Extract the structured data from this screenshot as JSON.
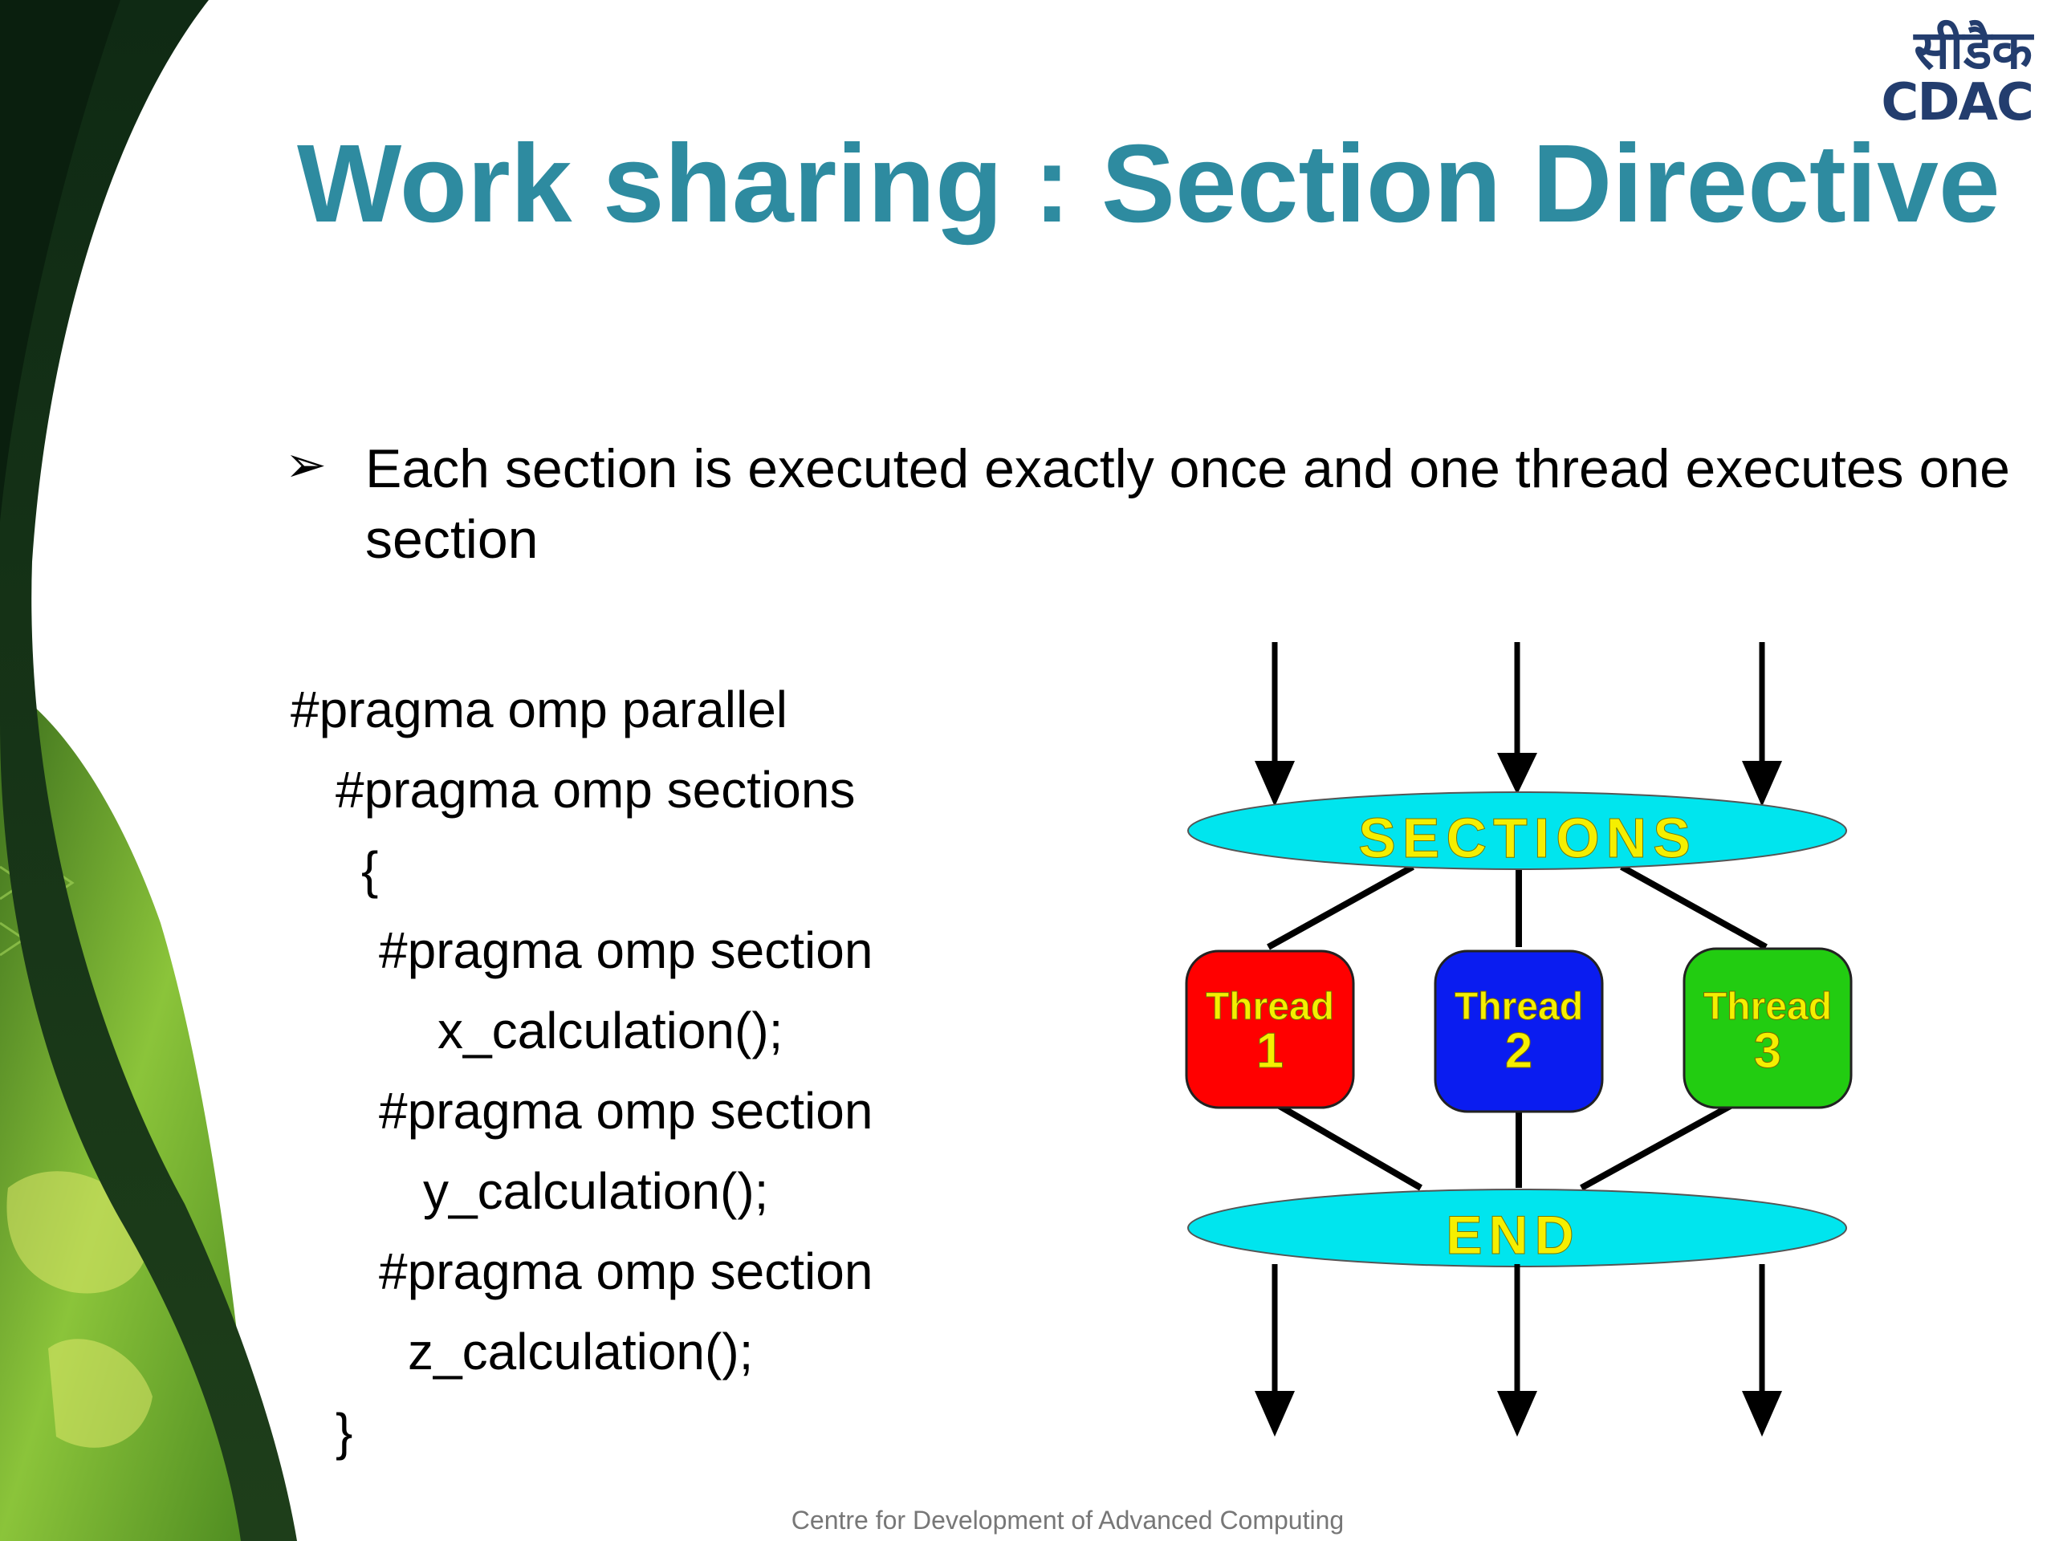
{
  "slide": {
    "title": "Work sharing : Section Directive",
    "logo": {
      "hindi": "सीडैक",
      "text": "CDAC"
    },
    "bullet": {
      "marker": "➢",
      "text": "Each section is executed exactly once and one thread executes one section"
    },
    "code_lines": [
      "#pragma omp parallel",
      "#pragma omp sections",
      "{",
      "#pragma omp section",
      "x_calculation();",
      "#pragma omp section",
      "y_calculation();",
      "#pragma omp section",
      "z_calculation();",
      "}"
    ],
    "footer": "Centre for Development of Advanced Computing"
  },
  "diagram": {
    "sections_label": "SECTIONS",
    "end_label": "END",
    "threads": [
      {
        "label": "Thread",
        "number": "1",
        "color": "#ff0000"
      },
      {
        "label": "Thread",
        "number": "2",
        "color": "#0a1cf0"
      },
      {
        "label": "Thread",
        "number": "3",
        "color": "#22cc11"
      }
    ],
    "ellipse_color": "#00e5ee",
    "label_color": "#f5ef00"
  },
  "colors": {
    "title": "#2e8ba0",
    "dark_green": "#1e3a1e",
    "leaf_green": "#6aa826"
  }
}
